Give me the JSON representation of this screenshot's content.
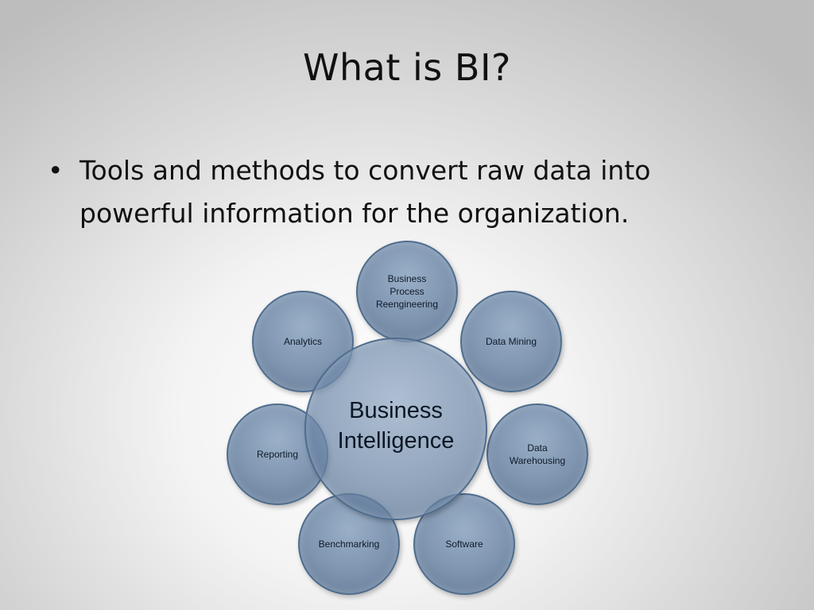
{
  "slide": {
    "title": "What is BI?",
    "bullets": [
      "Tools and methods to convert raw data into powerful information for the organization."
    ],
    "bullet_marker": "•"
  },
  "diagram": {
    "center": "Business\nIntelligence",
    "nodes": [
      "Business\nProcess\nReengineering",
      "Data Mining",
      "Data\nWarehousing",
      "Software",
      "Benchmarking",
      "Reporting",
      "Analytics"
    ]
  },
  "colors": {
    "circle_fill": "#6f8fb3",
    "circle_border": "#4f6d8e",
    "text": "#111111"
  }
}
